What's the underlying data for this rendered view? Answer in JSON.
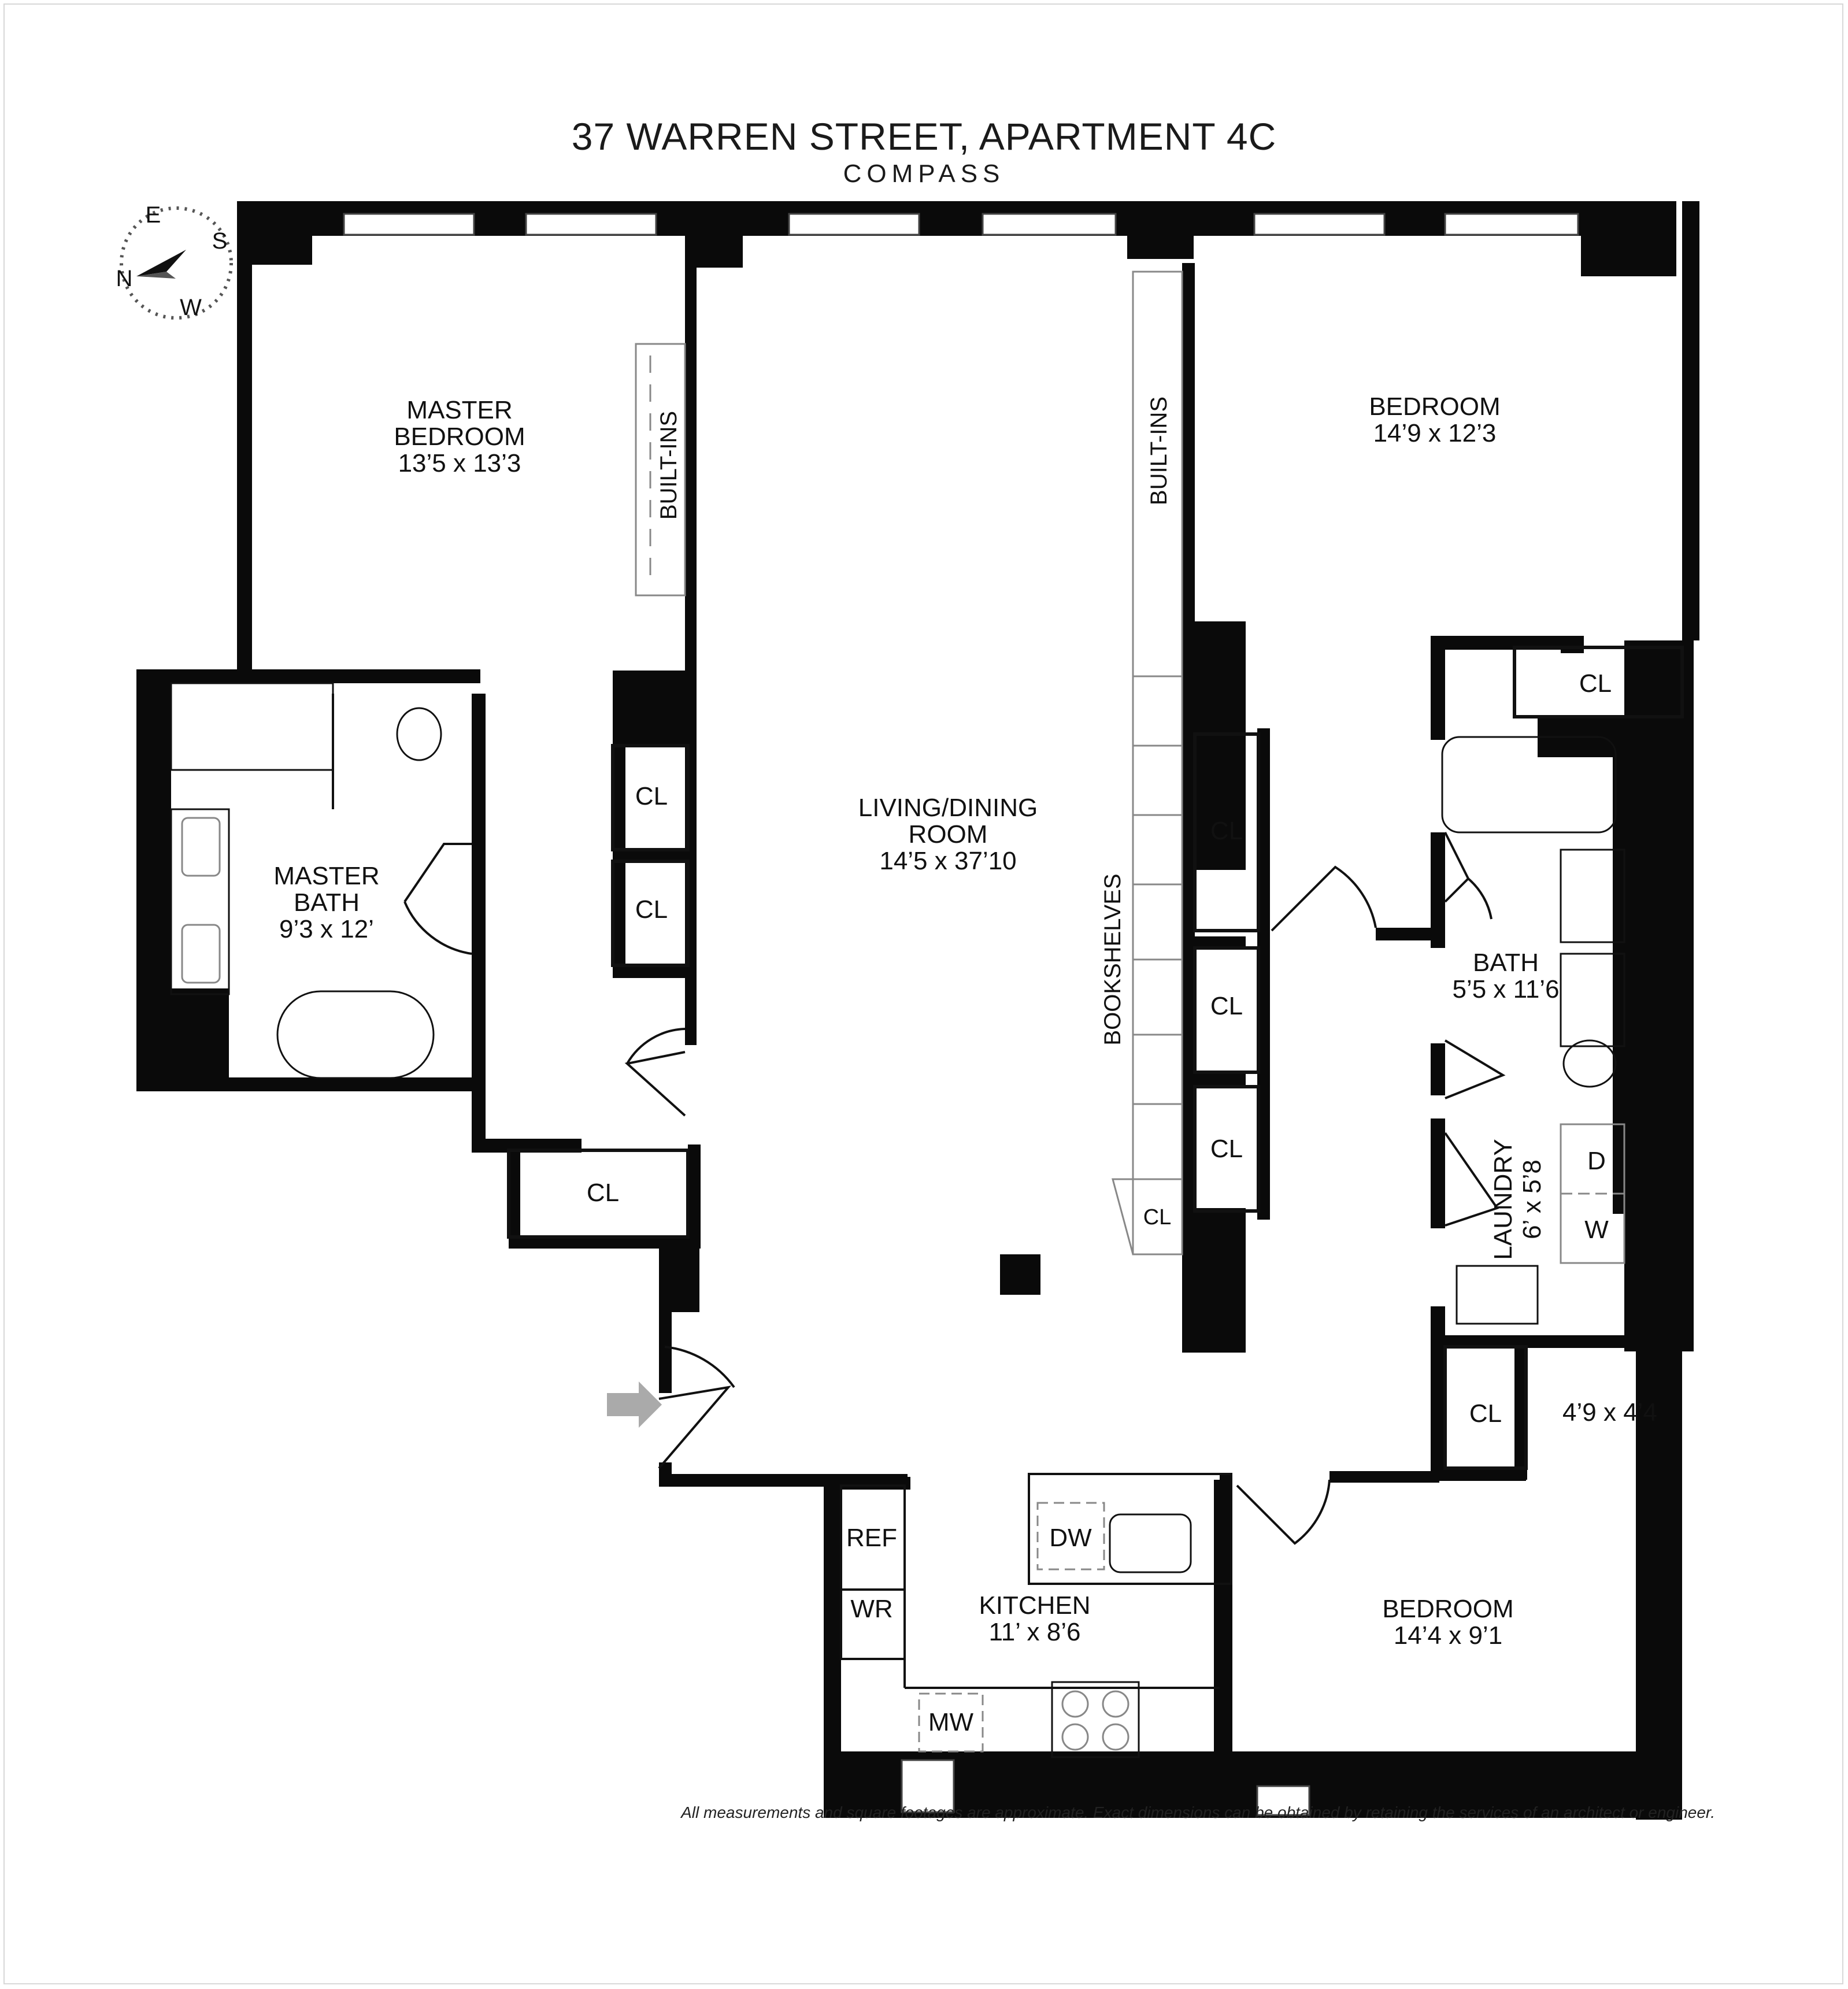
{
  "header": {
    "title": "37 WARREN STREET, APARTMENT 4C",
    "brand": "COMPASS"
  },
  "compass": {
    "north": "N",
    "east": "E",
    "south": "S",
    "west": "W"
  },
  "rooms": {
    "master_bedroom": {
      "name_line1": "MASTER",
      "name_line2": "BEDROOM",
      "size": "13’5 x 13’3"
    },
    "master_bath": {
      "name_line1": "MASTER",
      "name_line2": "BATH",
      "size": "9’3 x 12’"
    },
    "living": {
      "name_line1": "LIVING/DINING",
      "name_line2": "ROOM",
      "size": "14’5 x 37’10"
    },
    "bedroom_ne": {
      "name": "BEDROOM",
      "size": "14’9 x 12’3"
    },
    "bath": {
      "name": "BATH",
      "size": "5’5 x 11’6"
    },
    "laundry": {
      "name": "LAUNDRY",
      "size": "6’ x 5’8"
    },
    "kitchen": {
      "name": "KITCHEN",
      "size": "11’ x 8’6"
    },
    "bedroom_se": {
      "name": "BEDROOM",
      "size": "14’4 x 9’1"
    },
    "small_room": {
      "size": "4’9 x 4’4"
    }
  },
  "fixtures": {
    "closet": "CL",
    "built_ins": "BUILT-INS",
    "bookshelves": "BOOKSHELVES",
    "dryer": "D",
    "washer": "W",
    "refrigerator": "REF",
    "wine_refrigerator": "WR",
    "dishwasher": "DW",
    "microwave": "MW"
  },
  "disclaimer": "All measurements and square footages are approximate. Exact dimensions can be obtained by retaining the services of an architect or engineer."
}
